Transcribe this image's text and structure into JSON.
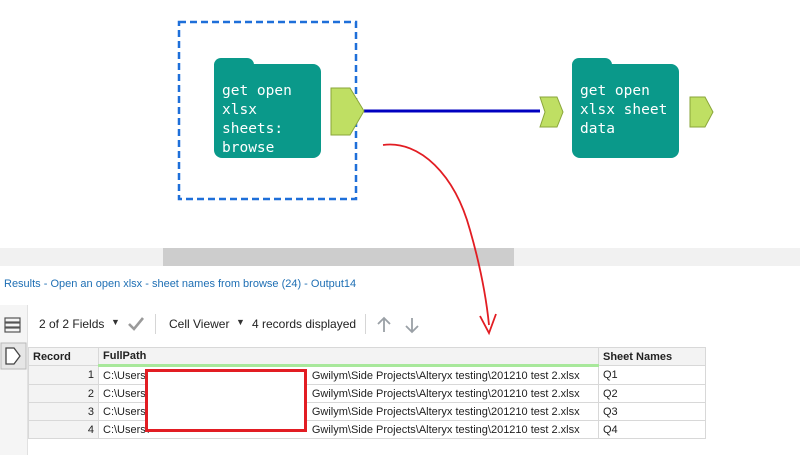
{
  "workflow": {
    "tools": [
      {
        "label": "get open\nxlsx sheets:\nbrowse"
      },
      {
        "label": "get open\nxlsx sheet\ndata"
      }
    ],
    "colors": {
      "tool": "#0a998a",
      "anchor": "#bfdf63",
      "connector": "#0000c0",
      "selection": "#1e6fd9",
      "annotation_arrow": "#e21d23",
      "redaction": "#e21d23"
    }
  },
  "results": {
    "title": "Results - Open an open xlsx - sheet names from browse (24) - Output14",
    "toolbar": {
      "fields_label": "2 of 2 Fields",
      "cell_viewer_label": "Cell Viewer",
      "records_label": "4 records displayed",
      "icons": [
        "checkmark-icon",
        "arrow-up-icon",
        "arrow-down-icon"
      ]
    },
    "table": {
      "columns": [
        "Record",
        "FullPath",
        "Sheet Names"
      ],
      "rows": [
        {
          "record": "1",
          "path_start": "C:\\Users\\",
          "path_end": "Gwilym\\Side Projects\\Alteryx testing\\201210 test 2.xlsx",
          "sheet": "Q1"
        },
        {
          "record": "2",
          "path_start": "C:\\Users\\",
          "path_end": "Gwilym\\Side Projects\\Alteryx testing\\201210 test 2.xlsx",
          "sheet": "Q2"
        },
        {
          "record": "3",
          "path_start": "C:\\Users\\",
          "path_end": "Gwilym\\Side Projects\\Alteryx testing\\201210 test 2.xlsx",
          "sheet": "Q3"
        },
        {
          "record": "4",
          "path_start": "C:\\Users\\",
          "path_end": "Gwilym\\Side Projects\\Alteryx testing\\201210 test 2.xlsx",
          "sheet": "Q4"
        }
      ]
    }
  }
}
